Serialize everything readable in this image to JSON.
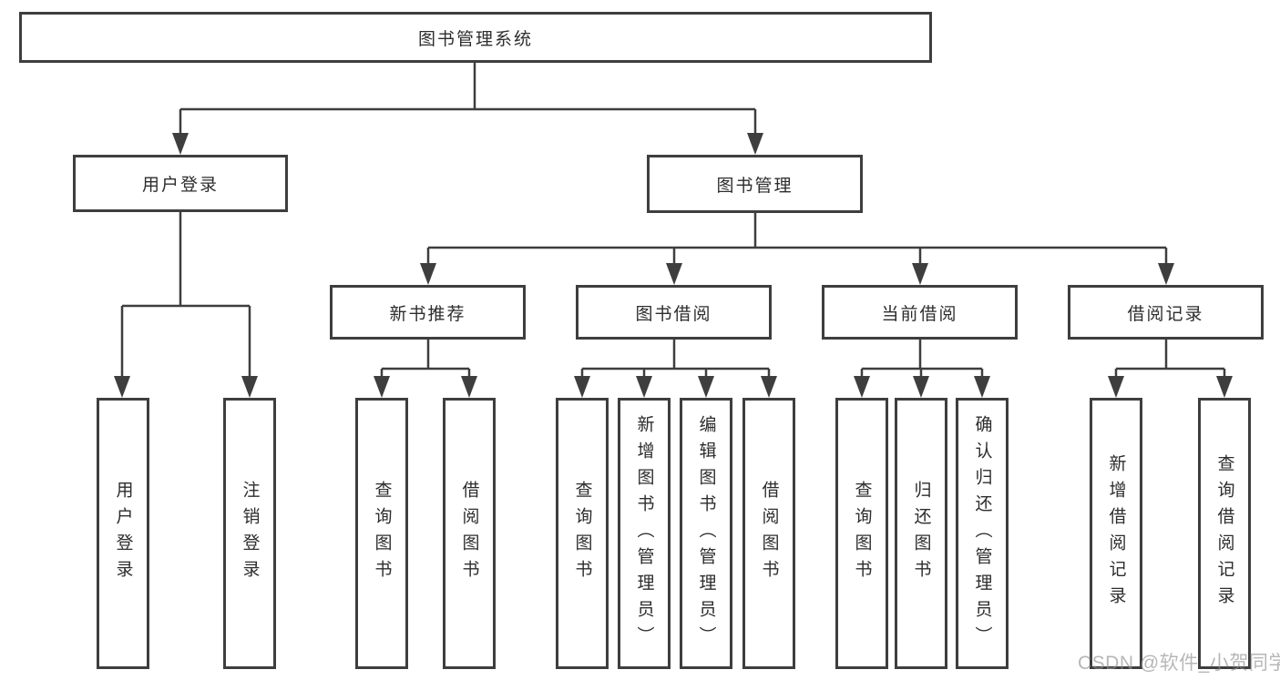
{
  "watermark": {
    "text": "CSDN @软件_小贺同学"
  },
  "colors": {
    "line": "#3e3e3e",
    "box_border": "#3e3e3e",
    "text": "#2d2d2d",
    "watermark": "#919191"
  },
  "tree": {
    "label": "图书管理系统",
    "children": [
      {
        "label": "用户登录",
        "children": [
          {
            "label": "用户登录"
          },
          {
            "label": "注销登录"
          }
        ]
      },
      {
        "label": "图书管理",
        "children": [
          {
            "label": "新书推荐",
            "children": [
              {
                "label": "查询图书"
              },
              {
                "label": "借阅图书"
              }
            ]
          },
          {
            "label": "图书借阅",
            "children": [
              {
                "label": "查询图书"
              },
              {
                "label": "新增图书（管理员）"
              },
              {
                "label": "编辑图书（管理员）"
              },
              {
                "label": "借阅图书"
              }
            ]
          },
          {
            "label": "当前借阅",
            "children": [
              {
                "label": "查询图书"
              },
              {
                "label": "归还图书"
              },
              {
                "label": "确认归还（管理员）"
              }
            ]
          },
          {
            "label": "借阅记录",
            "children": [
              {
                "label": "新增借阅记录"
              },
              {
                "label": "查询借阅记录"
              }
            ]
          }
        ]
      }
    ]
  }
}
